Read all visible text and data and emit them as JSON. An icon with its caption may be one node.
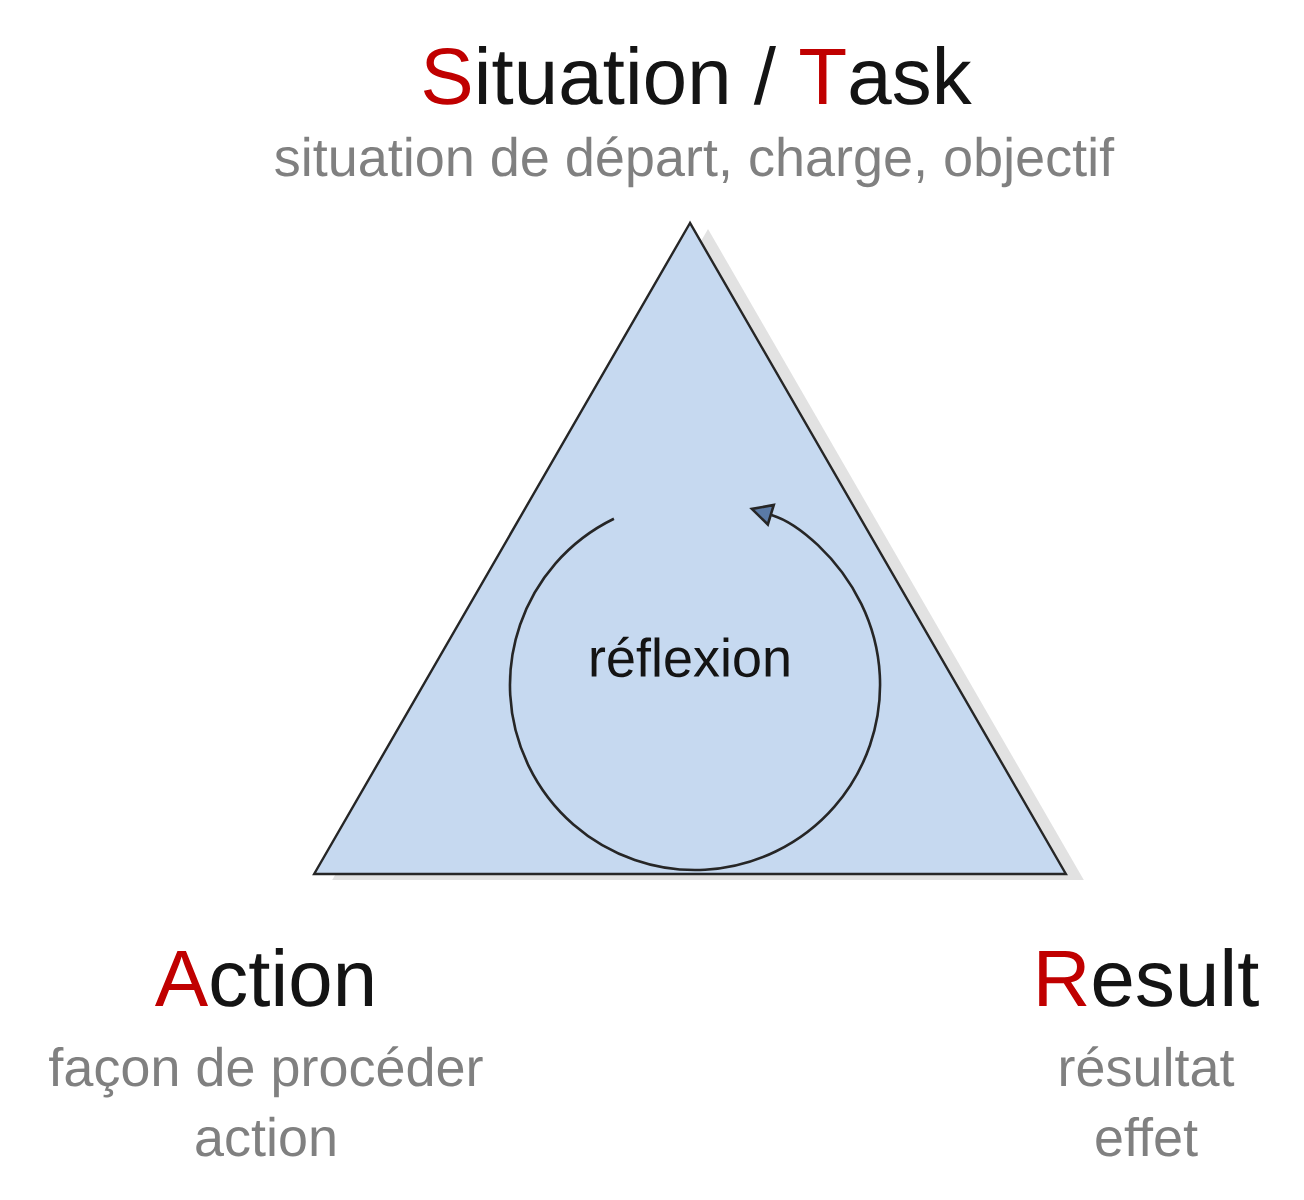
{
  "diagram": {
    "nodes": [
      {
        "text": [
          "réflexion"
        ]
      }
    ],
    "labels": [
      "Situation / Task",
      "situation de départ, charge, objectif",
      "Action",
      "façon de procéder",
      "action",
      "Result",
      "résultat",
      "effet"
    ]
  }
}
